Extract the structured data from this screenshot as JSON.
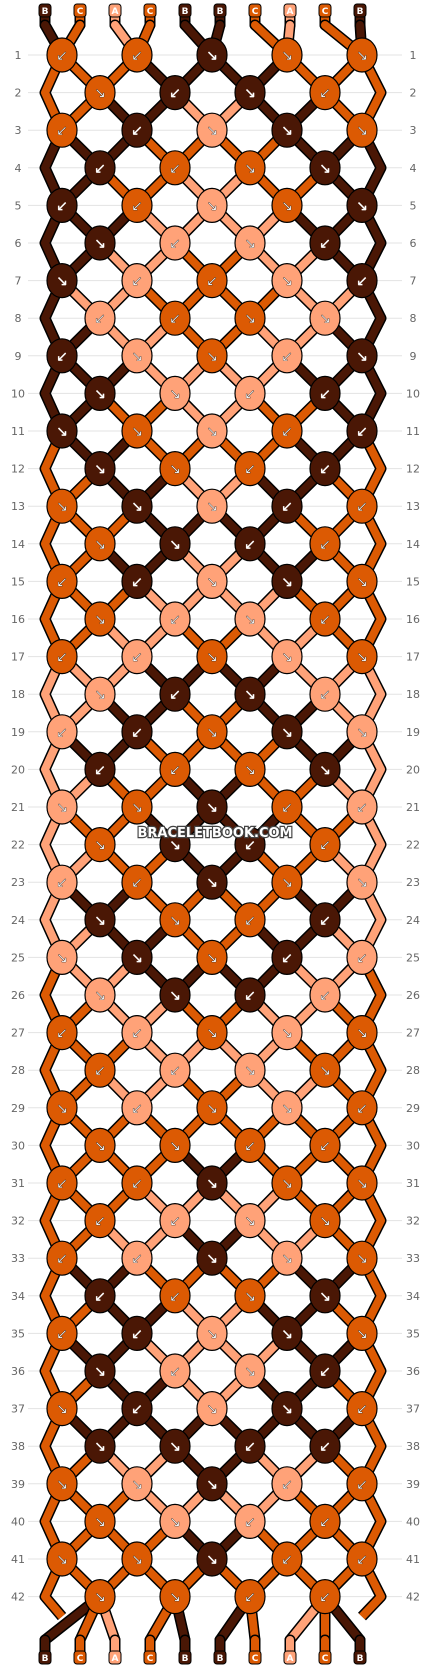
{
  "colors": {
    "A": "#ffa278",
    "B": "#4a1705",
    "C": "#dc5a03"
  },
  "top_strings": [
    "B",
    "C",
    "A",
    "C",
    "B",
    "B",
    "C",
    "A",
    "C",
    "B"
  ],
  "bottom_strings": [
    "B",
    "C",
    "A",
    "C",
    "B",
    "B",
    "C",
    "A",
    "C",
    "B"
  ],
  "row_count": 42,
  "watermark": "BRACELETBOOK.COM",
  "rows": [
    {
      "row": 1,
      "knots": [
        [
          "C",
          "↙"
        ],
        [
          "C",
          "↙"
        ],
        [
          "B",
          "↘"
        ],
        [
          "C",
          "↘"
        ],
        [
          "C",
          "↘"
        ]
      ]
    },
    {
      "row": 2,
      "knots": [
        [
          "C",
          "↘"
        ],
        [
          "B",
          "↙"
        ],
        [
          "B",
          "↘"
        ],
        [
          "C",
          "↙"
        ]
      ]
    },
    {
      "row": 3,
      "knots": [
        [
          "C",
          "↙"
        ],
        [
          "B",
          "↙"
        ],
        [
          "A",
          "↘"
        ],
        [
          "B",
          "↘"
        ],
        [
          "C",
          "↘"
        ]
      ]
    },
    {
      "row": 4,
      "knots": [
        [
          "B",
          "↙"
        ],
        [
          "C",
          "↙"
        ],
        [
          "C",
          "↘"
        ],
        [
          "B",
          "↘"
        ]
      ]
    },
    {
      "row": 5,
      "knots": [
        [
          "B",
          "↙"
        ],
        [
          "C",
          "↙"
        ],
        [
          "A",
          "↘"
        ],
        [
          "C",
          "↘"
        ],
        [
          "B",
          "↘"
        ]
      ]
    },
    {
      "row": 6,
      "knots": [
        [
          "B",
          "↘"
        ],
        [
          "A",
          "↙"
        ],
        [
          "A",
          "↘"
        ],
        [
          "B",
          "↙"
        ]
      ]
    },
    {
      "row": 7,
      "knots": [
        [
          "B",
          "↘"
        ],
        [
          "A",
          "↙"
        ],
        [
          "C",
          "↙"
        ],
        [
          "A",
          "↘"
        ],
        [
          "B",
          "↙"
        ]
      ]
    },
    {
      "row": 8,
      "knots": [
        [
          "A",
          "↙"
        ],
        [
          "C",
          "↙"
        ],
        [
          "C",
          "↘"
        ],
        [
          "A",
          "↘"
        ]
      ]
    },
    {
      "row": 9,
      "knots": [
        [
          "B",
          "↙"
        ],
        [
          "A",
          "↘"
        ],
        [
          "C",
          "↘"
        ],
        [
          "A",
          "↙"
        ],
        [
          "B",
          "↘"
        ]
      ]
    },
    {
      "row": 10,
      "knots": [
        [
          "B",
          "↘"
        ],
        [
          "A",
          "↘"
        ],
        [
          "A",
          "↙"
        ],
        [
          "B",
          "↙"
        ]
      ]
    },
    {
      "row": 11,
      "knots": [
        [
          "B",
          "↘"
        ],
        [
          "C",
          "↘"
        ],
        [
          "A",
          "↘"
        ],
        [
          "C",
          "↙"
        ],
        [
          "B",
          "↙"
        ]
      ]
    },
    {
      "row": 12,
      "knots": [
        [
          "B",
          "↘"
        ],
        [
          "C",
          "↘"
        ],
        [
          "C",
          "↙"
        ],
        [
          "B",
          "↙"
        ]
      ]
    },
    {
      "row": 13,
      "knots": [
        [
          "C",
          "↘"
        ],
        [
          "B",
          "↘"
        ],
        [
          "A",
          "↘"
        ],
        [
          "B",
          "↙"
        ],
        [
          "C",
          "↙"
        ]
      ]
    },
    {
      "row": 14,
      "knots": [
        [
          "C",
          "↘"
        ],
        [
          "B",
          "↘"
        ],
        [
          "B",
          "↙"
        ],
        [
          "C",
          "↙"
        ]
      ]
    },
    {
      "row": 15,
      "knots": [
        [
          "C",
          "↙"
        ],
        [
          "B",
          "↙"
        ],
        [
          "A",
          "↘"
        ],
        [
          "B",
          "↘"
        ],
        [
          "C",
          "↘"
        ]
      ]
    },
    {
      "row": 16,
      "knots": [
        [
          "C",
          "↘"
        ],
        [
          "A",
          "↙"
        ],
        [
          "A",
          "↘"
        ],
        [
          "C",
          "↙"
        ]
      ]
    },
    {
      "row": 17,
      "knots": [
        [
          "C",
          "↙"
        ],
        [
          "A",
          "↙"
        ],
        [
          "C",
          "↘"
        ],
        [
          "A",
          "↘"
        ],
        [
          "C",
          "↘"
        ]
      ]
    },
    {
      "row": 18,
      "knots": [
        [
          "A",
          "↘"
        ],
        [
          "B",
          "↙"
        ],
        [
          "B",
          "↘"
        ],
        [
          "A",
          "↙"
        ]
      ]
    },
    {
      "row": 19,
      "knots": [
        [
          "A",
          "↙"
        ],
        [
          "B",
          "↙"
        ],
        [
          "C",
          "↘"
        ],
        [
          "B",
          "↘"
        ],
        [
          "A",
          "↘"
        ]
      ]
    },
    {
      "row": 20,
      "knots": [
        [
          "B",
          "↙"
        ],
        [
          "C",
          "↙"
        ],
        [
          "C",
          "↘"
        ],
        [
          "B",
          "↘"
        ]
      ]
    },
    {
      "row": 21,
      "knots": [
        [
          "A",
          "↘"
        ],
        [
          "C",
          "↘"
        ],
        [
          "B",
          "↘"
        ],
        [
          "C",
          "↙"
        ],
        [
          "A",
          "↙"
        ]
      ]
    },
    {
      "row": 22,
      "knots": [
        [
          "C",
          "↘"
        ],
        [
          "B",
          "↘"
        ],
        [
          "B",
          "↙"
        ],
        [
          "C",
          "↙"
        ]
      ]
    },
    {
      "row": 23,
      "knots": [
        [
          "A",
          "↙"
        ],
        [
          "C",
          "↙"
        ],
        [
          "B",
          "↘"
        ],
        [
          "C",
          "↘"
        ],
        [
          "A",
          "↘"
        ]
      ]
    },
    {
      "row": 24,
      "knots": [
        [
          "B",
          "↘"
        ],
        [
          "C",
          "↘"
        ],
        [
          "C",
          "↙"
        ],
        [
          "B",
          "↙"
        ]
      ]
    },
    {
      "row": 25,
      "knots": [
        [
          "A",
          "↘"
        ],
        [
          "B",
          "↘"
        ],
        [
          "C",
          "↘"
        ],
        [
          "B",
          "↙"
        ],
        [
          "A",
          "↙"
        ]
      ]
    },
    {
      "row": 26,
      "knots": [
        [
          "A",
          "↘"
        ],
        [
          "B",
          "↘"
        ],
        [
          "B",
          "↙"
        ],
        [
          "A",
          "↙"
        ]
      ]
    },
    {
      "row": 27,
      "knots": [
        [
          "C",
          "↙"
        ],
        [
          "A",
          "↙"
        ],
        [
          "C",
          "↘"
        ],
        [
          "A",
          "↘"
        ],
        [
          "C",
          "↘"
        ]
      ]
    },
    {
      "row": 28,
      "knots": [
        [
          "C",
          "↙"
        ],
        [
          "A",
          "↙"
        ],
        [
          "A",
          "↘"
        ],
        [
          "C",
          "↘"
        ]
      ]
    },
    {
      "row": 29,
      "knots": [
        [
          "C",
          "↘"
        ],
        [
          "A",
          "↙"
        ],
        [
          "C",
          "↘"
        ],
        [
          "A",
          "↘"
        ],
        [
          "C",
          "↙"
        ]
      ]
    },
    {
      "row": 30,
      "knots": [
        [
          "C",
          "↘"
        ],
        [
          "C",
          "↘"
        ],
        [
          "C",
          "↙"
        ],
        [
          "C",
          "↙"
        ]
      ]
    },
    {
      "row": 31,
      "knots": [
        [
          "C",
          "↙"
        ],
        [
          "C",
          "↙"
        ],
        [
          "B",
          "↘"
        ],
        [
          "C",
          "↘"
        ],
        [
          "C",
          "↘"
        ]
      ]
    },
    {
      "row": 32,
      "knots": [
        [
          "C",
          "↙"
        ],
        [
          "A",
          "↙"
        ],
        [
          "A",
          "↘"
        ],
        [
          "C",
          "↘"
        ]
      ]
    },
    {
      "row": 33,
      "knots": [
        [
          "C",
          "↙"
        ],
        [
          "A",
          "↙"
        ],
        [
          "B",
          "↘"
        ],
        [
          "A",
          "↘"
        ],
        [
          "C",
          "↘"
        ]
      ]
    },
    {
      "row": 34,
      "knots": [
        [
          "B",
          "↙"
        ],
        [
          "C",
          "↙"
        ],
        [
          "C",
          "↘"
        ],
        [
          "B",
          "↘"
        ]
      ]
    },
    {
      "row": 35,
      "knots": [
        [
          "C",
          "↙"
        ],
        [
          "B",
          "↙"
        ],
        [
          "A",
          "↘"
        ],
        [
          "B",
          "↘"
        ],
        [
          "C",
          "↘"
        ]
      ]
    },
    {
      "row": 36,
      "knots": [
        [
          "B",
          "↘"
        ],
        [
          "A",
          "↙"
        ],
        [
          "A",
          "↘"
        ],
        [
          "B",
          "↙"
        ]
      ]
    },
    {
      "row": 37,
      "knots": [
        [
          "C",
          "↘"
        ],
        [
          "B",
          "↙"
        ],
        [
          "A",
          "↘"
        ],
        [
          "B",
          "↘"
        ],
        [
          "C",
          "↙"
        ]
      ]
    },
    {
      "row": 38,
      "knots": [
        [
          "B",
          "↘"
        ],
        [
          "B",
          "↘"
        ],
        [
          "B",
          "↙"
        ],
        [
          "B",
          "↙"
        ]
      ]
    },
    {
      "row": 39,
      "knots": [
        [
          "C",
          "↘"
        ],
        [
          "A",
          "↘"
        ],
        [
          "B",
          "↘"
        ],
        [
          "A",
          "↙"
        ],
        [
          "C",
          "↙"
        ]
      ]
    },
    {
      "row": 40,
      "knots": [
        [
          "C",
          "↘"
        ],
        [
          "A",
          "↘"
        ],
        [
          "A",
          "↙"
        ],
        [
          "C",
          "↙"
        ]
      ]
    },
    {
      "row": 41,
      "knots": [
        [
          "C",
          "↘"
        ],
        [
          "C",
          "↘"
        ],
        [
          "B",
          "↘"
        ],
        [
          "C",
          "↙"
        ],
        [
          "C",
          "↙"
        ]
      ]
    },
    {
      "row": 42,
      "knots": [
        [
          "C",
          "↘"
        ],
        [
          "C",
          "↘"
        ],
        [
          "C",
          "↙"
        ],
        [
          "C",
          "↙"
        ]
      ]
    }
  ]
}
